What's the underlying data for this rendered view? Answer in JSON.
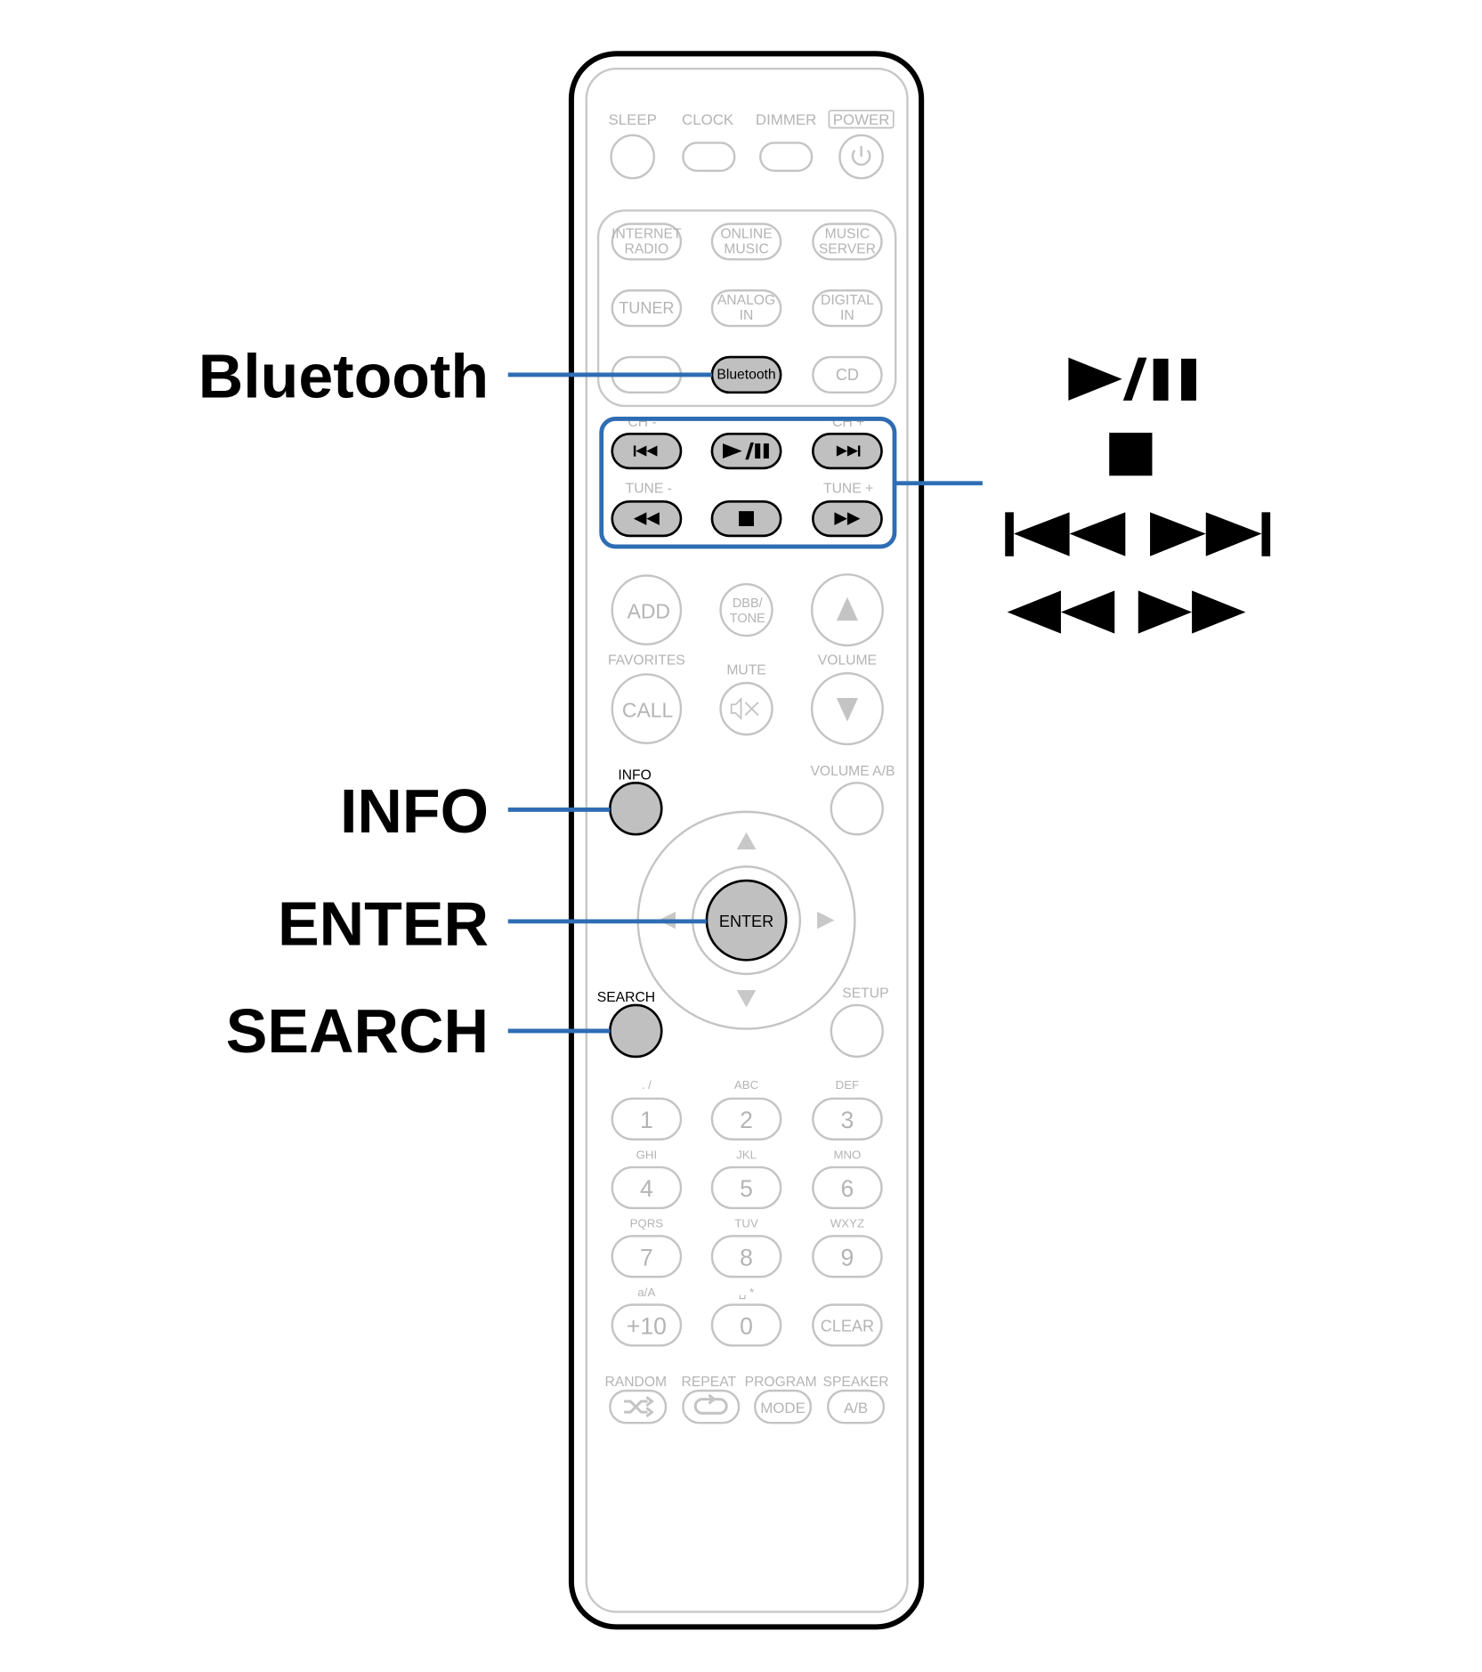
{
  "callouts": {
    "bluetooth": "Bluetooth",
    "info": "INFO",
    "enter": "ENTER",
    "search": "SEARCH",
    "transport_symbols": [
      "play-pause-icon",
      "stop-icon",
      "skip-back-icon",
      "skip-forward-icon",
      "rewind-icon",
      "fast-forward-icon"
    ]
  },
  "colors": {
    "callout_line": "#2e6db4",
    "highlight_fill": "#c0c0c0",
    "inactive": "#c4c4c4"
  },
  "remote": {
    "top_labels": [
      "SLEEP",
      "CLOCK",
      "DIMMER",
      "POWER"
    ],
    "sources": [
      "INTERNET",
      "RADIO",
      "ONLINE",
      "MUSIC",
      "MUSIC",
      "SERVER",
      "TUNER",
      "ANALOG",
      "IN",
      "DIGITAL",
      "IN",
      "Bluetooth",
      "CD"
    ],
    "transport_labels": [
      "CH -",
      "CH +",
      "TUNE -",
      "TUNE +"
    ],
    "mid": {
      "add": "ADD",
      "dbb": "DBB/",
      "tone": "TONE",
      "favorites": "FAVORITES",
      "mute": "MUTE",
      "volume": "VOLUME",
      "call": "CALL"
    },
    "info": "INFO",
    "volume_ab": "VOLUME A/B",
    "enter": "ENTER",
    "search": "SEARCH",
    "setup": "SETUP",
    "keypad_letters": [
      ". /",
      "ABC",
      "DEF",
      "GHI",
      "JKL",
      "MNO",
      "PQRS",
      "TUV",
      "WXYZ",
      "a/A",
      "␣ *",
      ""
    ],
    "keypad_keys": [
      "1",
      "2",
      "3",
      "4",
      "5",
      "6",
      "7",
      "8",
      "9",
      "+10",
      "0",
      "CLEAR"
    ],
    "bottom_labels": [
      "RANDOM",
      "REPEAT",
      "PROGRAM",
      "SPEAKER"
    ],
    "bottom_keys": [
      "",
      "",
      "MODE",
      "A/B"
    ]
  }
}
